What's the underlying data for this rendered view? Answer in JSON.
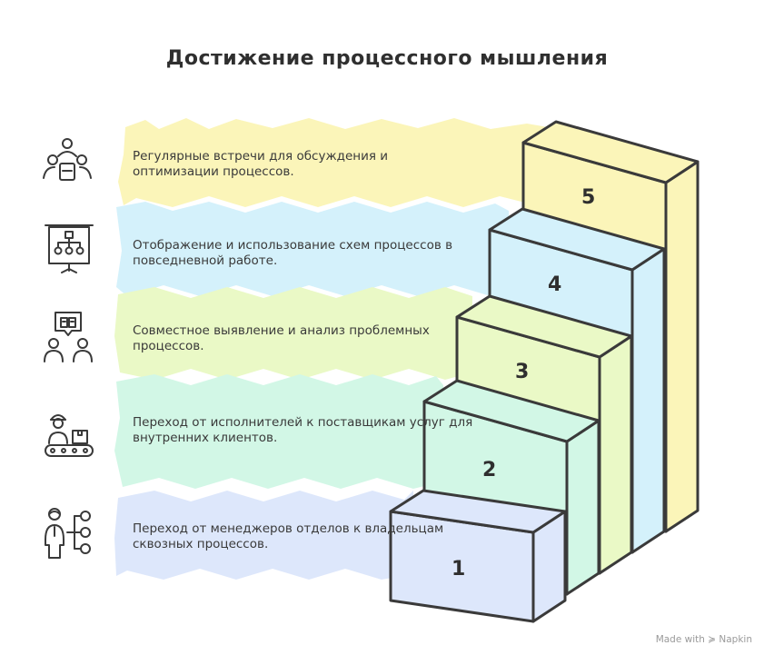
{
  "title": "Достижение процессного мышления",
  "watermark": "Made with ≽ Napkin",
  "steps": [
    {
      "number": "1",
      "label": "Переход от менеджеров отделов к владельцам сквозных процессов.",
      "icon": "manager-process-icon",
      "color": "#dde7fb"
    },
    {
      "number": "2",
      "label": "Переход от исполнителей к поставщикам услуг для внутренних клиентов.",
      "icon": "worker-conveyor-icon",
      "color": "#d2f7e6"
    },
    {
      "number": "3",
      "label": "Совместное выявление и анализ проблемных процессов.",
      "icon": "team-analysis-icon",
      "color": "#eaf9c6"
    },
    {
      "number": "4",
      "label": "Отображение и использование схем процессов в повседневной работе.",
      "icon": "process-chart-icon",
      "color": "#d4f1fb"
    },
    {
      "number": "5",
      "label": "Регулярные встречи для обсуждения и оптимизации процессов.",
      "icon": "meeting-icon",
      "color": "#fbf5b9"
    }
  ]
}
